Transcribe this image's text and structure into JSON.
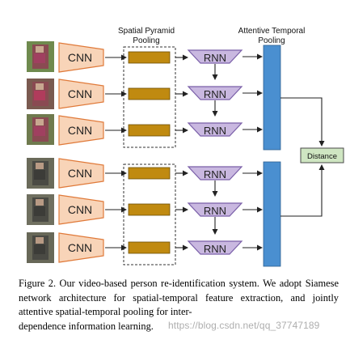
{
  "figure": {
    "labels": {
      "spp_line1": "Spatial Pyramid",
      "spp_line2": "Pooling",
      "atp_line1": "Attentive Temporal",
      "atp_line2": "Pooling"
    },
    "cnn_label": "CNN",
    "rnn_label": "RNN",
    "distance_label": "Distance",
    "colors": {
      "cnn_fill": "#f8d4b8",
      "cnn_stroke": "#e07a3a",
      "rnn_fill": "#c9b8e0",
      "rnn_stroke": "#7a5fa8",
      "pool_fill": "#c08a10",
      "atp_fill": "#4a8fd0",
      "distance_fill": "#cfe6c2",
      "distance_stroke": "#4a4a4a"
    }
  },
  "caption": {
    "text": "Figure 2. Our video-based person re-identification system. We adopt Siamese network architecture for spatial-temporal feature extraction, and jointly attentive spatial-temporal pooling for inter-",
    "tail": "dependence information learning."
  },
  "watermark": "https://blog.csdn.net/qq_37747189"
}
